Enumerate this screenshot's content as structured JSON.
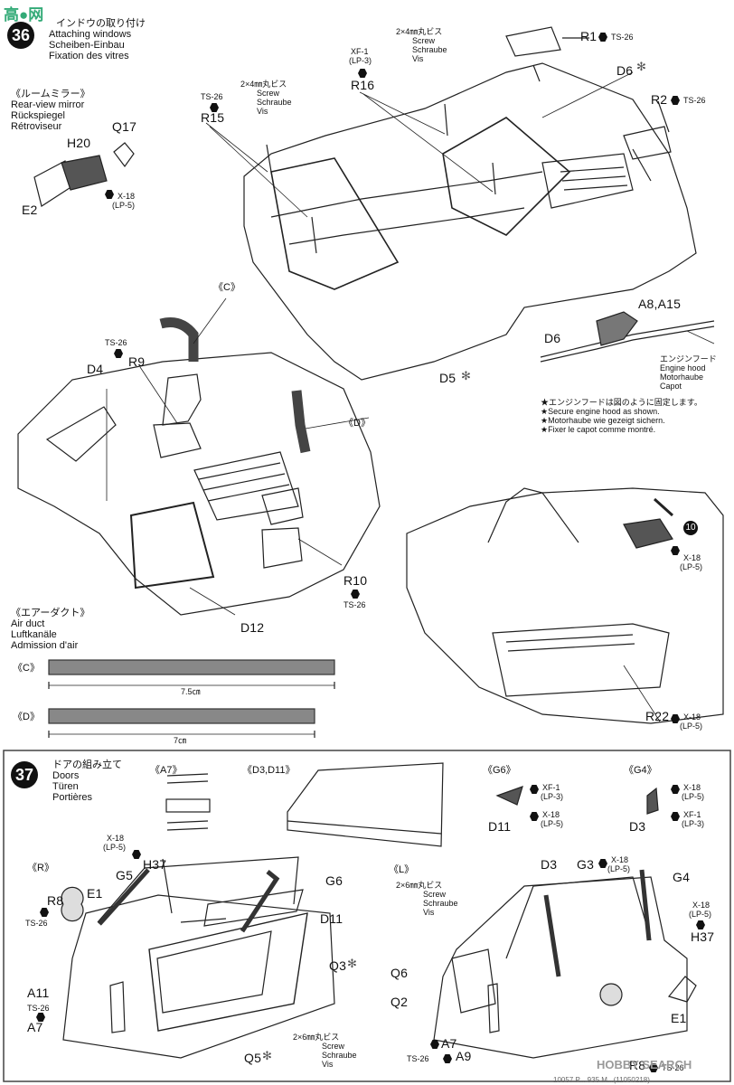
{
  "watermark": "高●网",
  "step36": {
    "number": "36",
    "title_jp": "インドウの取り付け",
    "title_en": "Attaching windows",
    "title_de": "Scheiben-Einbau",
    "title_fr": "Fixation des vitres",
    "mirror": {
      "jp": "《ルームミラー》",
      "en": "Rear-view mirror",
      "de": "Rückspiegel",
      "fr": "Rétroviseur"
    },
    "parts": {
      "q17": "Q17",
      "h20": "H20",
      "e2": "E2",
      "r15": "R15",
      "r16": "R16",
      "r1": "R1",
      "r2": "R2",
      "d6": "D6",
      "d5": "D5",
      "d4": "D4",
      "r9": "R9",
      "r10": "R10",
      "d12": "D12",
      "a8a15": "A8,A15",
      "d6b": "D6",
      "r22": "R22"
    },
    "paints": {
      "x18": "X-18",
      "lp5": "(LP-5)",
      "xf1": "XF-1",
      "lp3": "(LP-3)",
      "ts26": "TS-26"
    },
    "screw": {
      "size": "2×4㎜丸ビス",
      "en": "Screw",
      "de": "Schraube",
      "fr": "Vis"
    },
    "hood": {
      "jp": "エンジンフード",
      "en": "Engine hood",
      "de": "Motorhaube",
      "fr": "Capot"
    },
    "notes": [
      "★エンジンフードは図のように固定します。",
      "★Secure engine hood as shown.",
      "★Motorhaube wie gezeigt sichern.",
      "★Fixer le capot comme montré."
    ],
    "tags": {
      "c": "《C》",
      "d": "《D》"
    },
    "airduct": {
      "jp": "《エアーダクト》",
      "en": "Air duct",
      "de": "Luftkanäle",
      "fr": "Admission d'air"
    },
    "ducts": [
      {
        "tag": "《C》",
        "length": "7.5㎝"
      },
      {
        "tag": "《D》",
        "length": "7㎝"
      }
    ],
    "callout": "10"
  },
  "step37": {
    "number": "37",
    "title_jp": "ドアの組み立て",
    "title_en": "Doors",
    "title_de": "Türen",
    "title_fr": "Portières",
    "insets": {
      "a7": "《A7》",
      "d3d11": "《D3,D11》",
      "g6": "《G6》",
      "g4": "《G4》",
      "r": "《R》",
      "l": "《L》"
    },
    "parts": {
      "d11": "D11",
      "d3": "D3",
      "h37": "H37",
      "g5": "G5",
      "g6": "G6",
      "r8": "R8",
      "e1": "E1",
      "d11b": "D11",
      "a11": "A11",
      "a7": "A7",
      "q3": "Q3",
      "q5": "Q5",
      "d3b": "D3",
      "g3": "G3",
      "g4": "G4",
      "h37b": "H37",
      "q6": "Q6",
      "q2": "Q2",
      "a7b": "A7",
      "a9": "A9",
      "e1b": "E1",
      "r8b": "R8"
    },
    "screw": {
      "size": "2×6㎜丸ビス",
      "en": "Screw",
      "de": "Schraube",
      "fr": "Vis"
    }
  },
  "footer": {
    "brand": "HOBBY SEARCH",
    "code": "10057 P...  935 M...(11050218)"
  }
}
